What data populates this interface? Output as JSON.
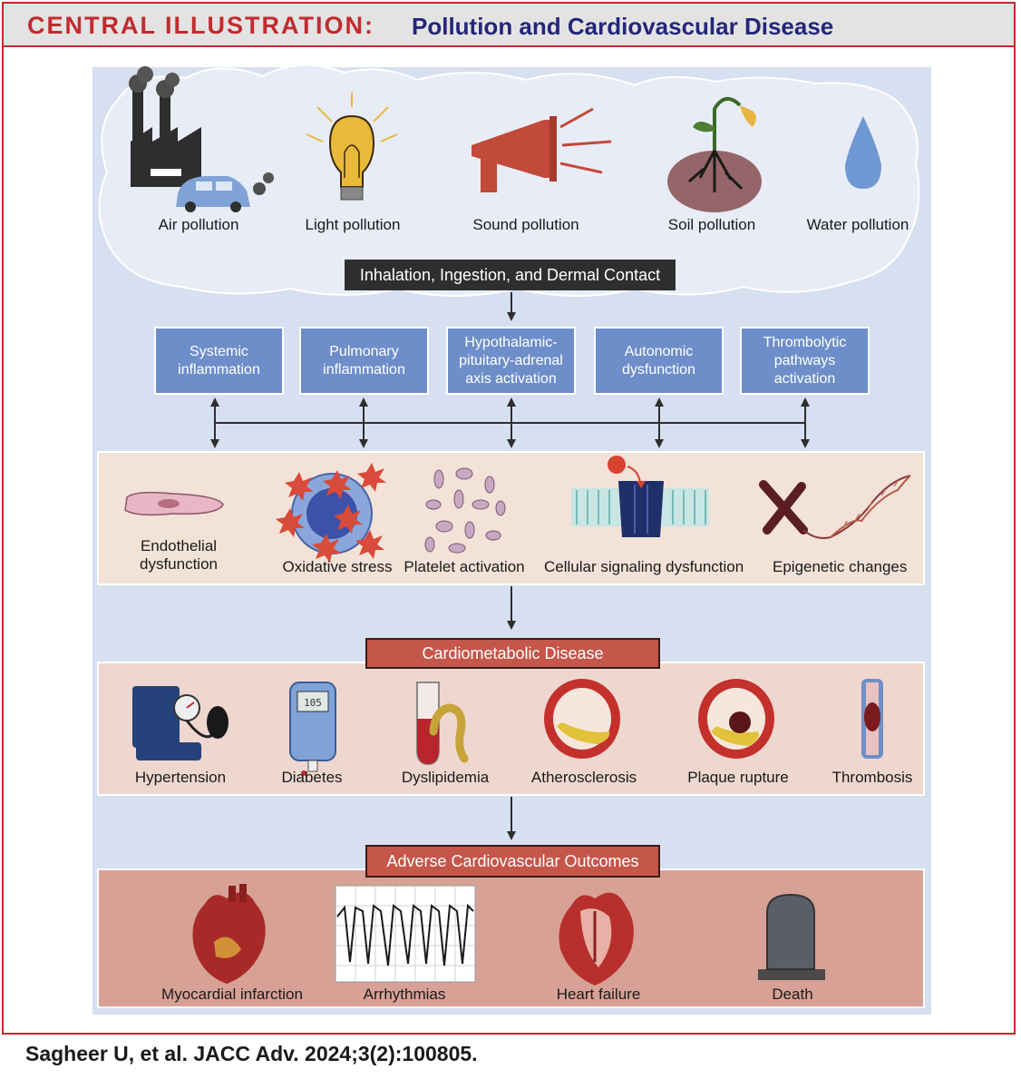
{
  "header": {
    "label": "CENTRAL ILLUSTRATION:",
    "title": "Pollution and Cardiovascular Disease"
  },
  "pollution_sources": [
    {
      "label": "Air pollution",
      "icon": "factory-car-icon"
    },
    {
      "label": "Light pollution",
      "icon": "light-bulb-icon"
    },
    {
      "label": "Sound pollution",
      "icon": "megaphone-icon"
    },
    {
      "label": "Soil pollution",
      "icon": "wilting-plant-icon"
    },
    {
      "label": "Water pollution",
      "icon": "water-drop-icon"
    }
  ],
  "exposure_routes": "Inhalation, Ingestion, and Dermal Contact",
  "mechanisms": [
    {
      "line1": "Systemic",
      "line2": "inflammation",
      "line3": ""
    },
    {
      "line1": "Pulmonary",
      "line2": "inflammation",
      "line3": ""
    },
    {
      "line1": "Hypothalamic-",
      "line2": "pituitary-adrenal",
      "line3": "axis activation"
    },
    {
      "line1": "Autonomic",
      "line2": "dysfunction",
      "line3": ""
    },
    {
      "line1": "Thrombolytic",
      "line2": "pathways",
      "line3": "activation"
    }
  ],
  "cellular_effects": [
    {
      "line1": "Endothelial",
      "line2": "dysfunction"
    },
    {
      "line1": "Oxidative stress",
      "line2": ""
    },
    {
      "line1": "Platelet activation",
      "line2": ""
    },
    {
      "line1": "Cellular signaling dysfunction",
      "line2": ""
    },
    {
      "line1": "Epigenetic changes",
      "line2": ""
    }
  ],
  "cardiometabolic": {
    "title": "Cardiometabolic Disease",
    "items": [
      "Hypertension",
      "Diabetes",
      "Dyslipidemia",
      "Atherosclerosis",
      "Plaque rupture",
      "Thrombosis"
    ]
  },
  "glucometer_reading": "105",
  "outcomes": {
    "title": "Adverse Cardiovascular Outcomes",
    "items": [
      "Myocardial infarction",
      "Arrhythmias",
      "Heart failure",
      "Death"
    ]
  },
  "citation": "Sagheer U, et al. JACC Adv. 2024;3(2):100805.",
  "colors": {
    "accent_red": "#c22a2e",
    "title_navy": "#24267a",
    "panel_blue": "#d7e0f0",
    "mechanism_blue": "#6d8ec9",
    "disease_red": "#c5564a"
  }
}
